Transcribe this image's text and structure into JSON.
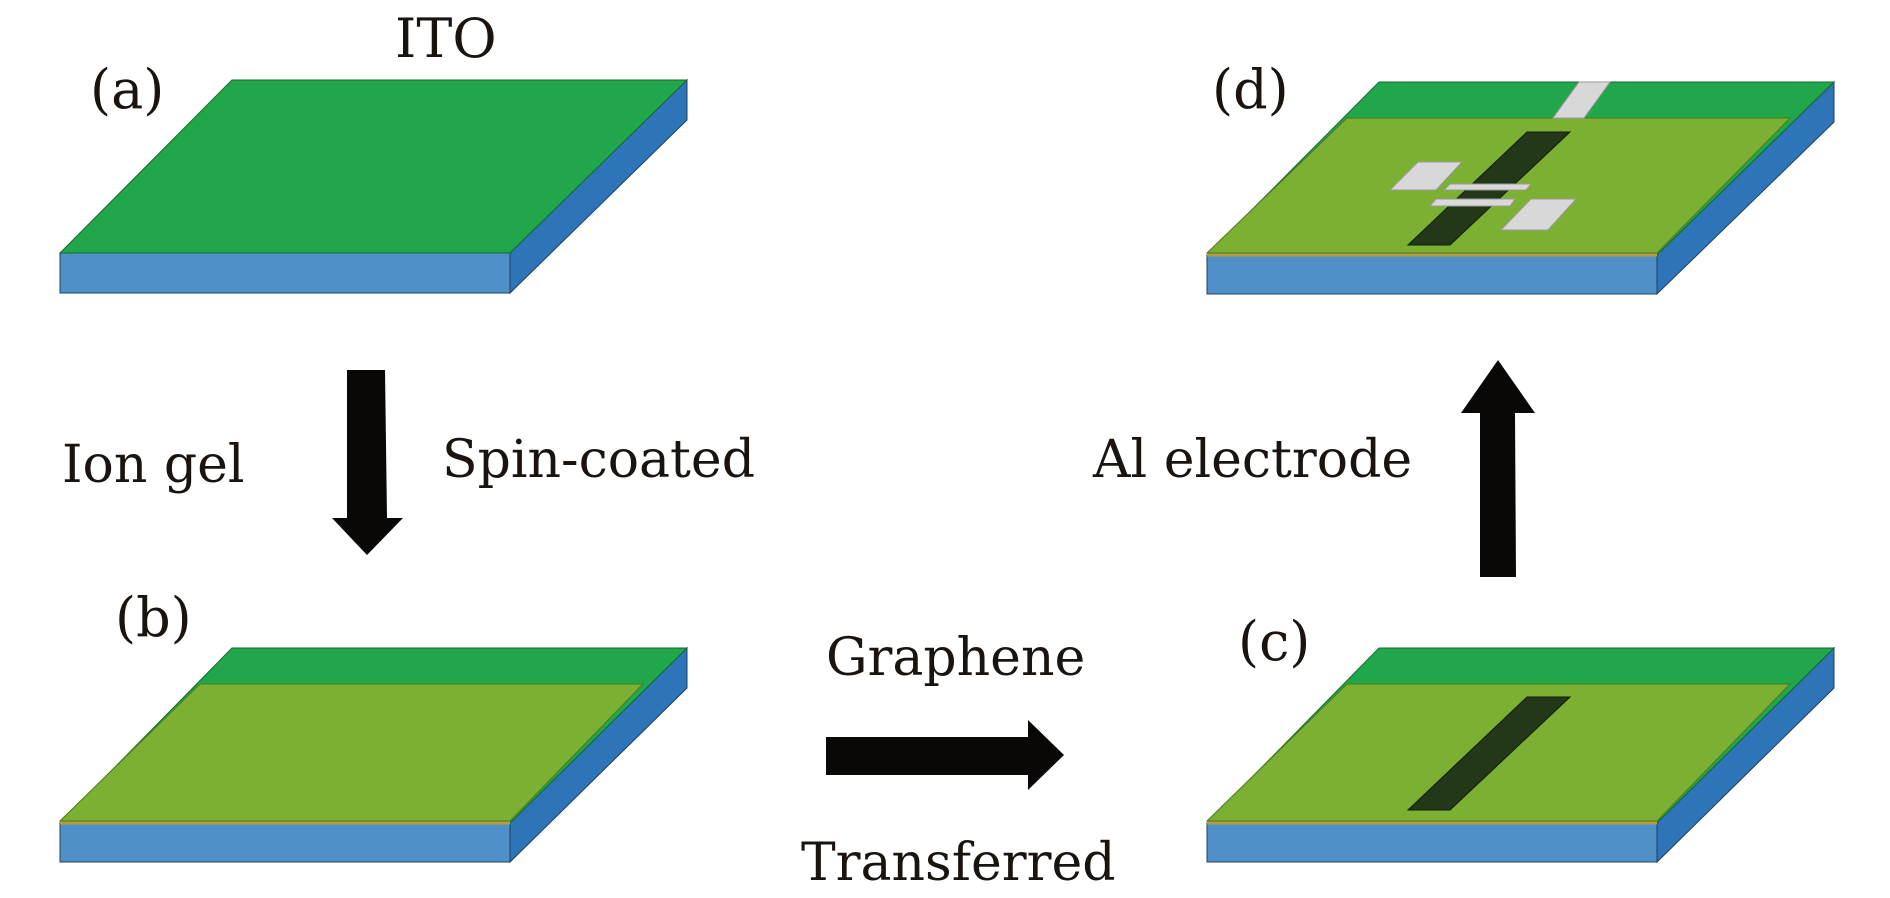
{
  "colors": {
    "ito_green": "#22a64c",
    "ion_gel": "#7cb032",
    "graphene": "#223818",
    "aluminum": "#d8d8d8",
    "substrate_front": "#5090c8",
    "substrate_side": "#2e74b8",
    "arrow": "#0a0806"
  },
  "panels": {
    "a": {
      "label": "(a)",
      "material_label": "ITO"
    },
    "b": {
      "label": "(b)"
    },
    "c": {
      "label": "(c)"
    },
    "d": {
      "label": "(d)"
    }
  },
  "steps": {
    "a_to_b": {
      "left_text": "Ion gel",
      "right_text": "Spin-coated",
      "direction": "down"
    },
    "b_to_c": {
      "top_text": "Graphene",
      "bottom_text": "Transferred",
      "direction": "right"
    },
    "c_to_d": {
      "text": "Al electrode",
      "direction": "up"
    }
  }
}
